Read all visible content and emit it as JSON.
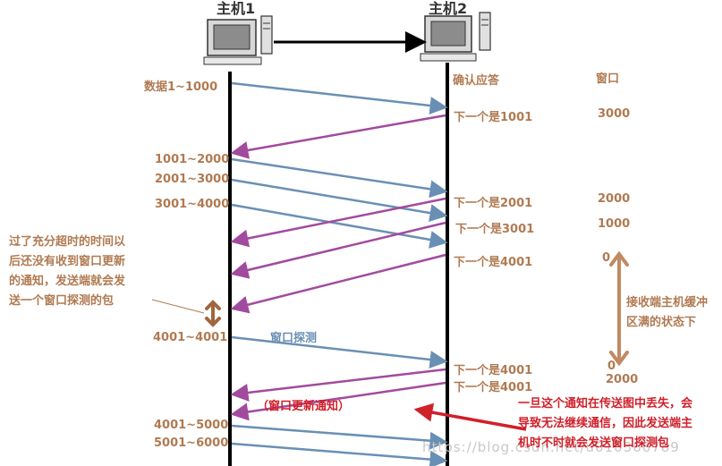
{
  "hosts": {
    "host1": "主机1",
    "host2": "主机2"
  },
  "headers": {
    "ack": "确认应答",
    "window": "窗口"
  },
  "sender_labels": {
    "d1": "数据1~1000",
    "d2": "1001~2000",
    "d3": "2001~3000",
    "d4": "3001~4000",
    "d5": "4001~4001",
    "d6": "4001~5000",
    "d7": "5001~6000"
  },
  "ack_labels": {
    "a1": "下一个是1001",
    "a2": "下一个是2001",
    "a3": "下一个是3001",
    "a4": "下一个是4001",
    "a5": "下一个是4001",
    "a6": "下一个是4001"
  },
  "window_values": {
    "w1": "3000",
    "w2": "2000",
    "w3": "1000",
    "w4": "0",
    "w5": "0",
    "w6": "2000"
  },
  "annotations": {
    "probe": "窗口探测",
    "update": "（窗口更新通知）",
    "timeout": [
      "过了充分超时的时间以",
      "后还没有收到窗口更新",
      "的通知，发送端就会发",
      "送一个窗口探测的包"
    ],
    "buffer": [
      "接收端主机缓冲",
      "区满的状态下"
    ],
    "lost": [
      "一旦这个通知在传送图中丢失，会",
      "导致无法继续通信，因此发送端主",
      "机时不时就会发送窗口探测包"
    ]
  },
  "watermark": "https://blog.csdn.net/u010366789",
  "colors": {
    "data_arrow": "#6a8fb5",
    "ack_arrow": "#a24a9e",
    "label_tan": "#b07a52",
    "warning_red": "#d0202a"
  }
}
